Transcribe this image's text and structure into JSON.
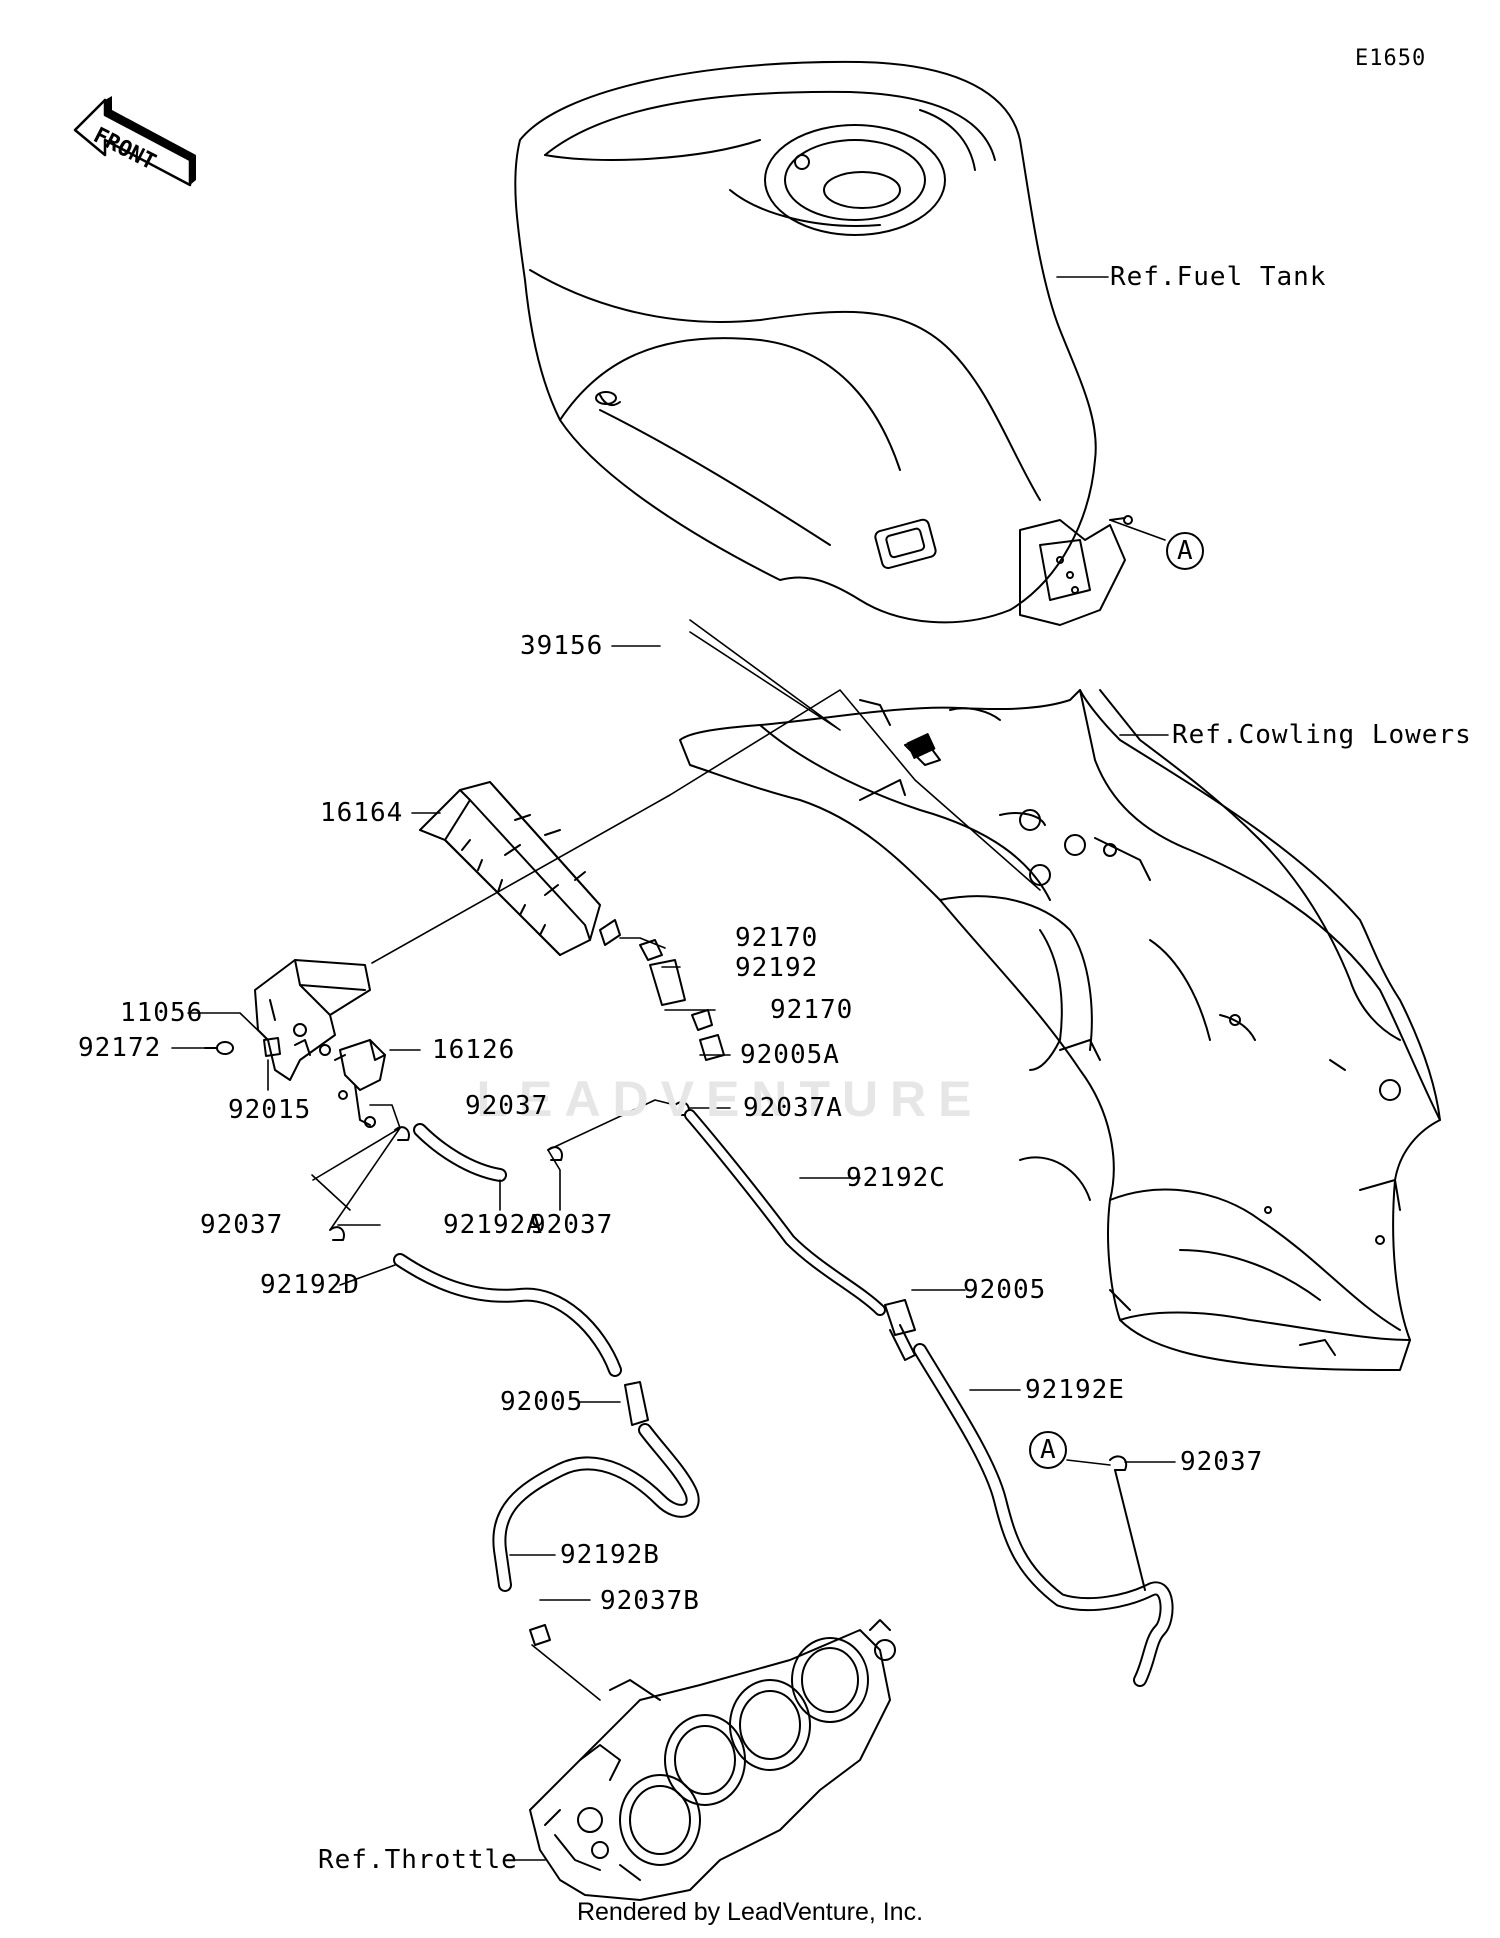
{
  "diagram_code": "E1650",
  "front_arrow_label": "FRONT",
  "watermark": "LEADVENTURE",
  "footer": "Rendered by LeadVenture, Inc.",
  "ref_labels": {
    "fuel_tank": "Ref.Fuel Tank",
    "cowling_lowers": "Ref.Cowling Lowers",
    "throttle": "Ref.Throttle"
  },
  "connector_marker": "A",
  "parts": {
    "p39156": "39156",
    "p16164": "16164",
    "p11056": "11056",
    "p92172": "92172",
    "p92015": "92015",
    "p16126": "16126",
    "p92170_a": "92170",
    "p92192": "92192",
    "p92170_b": "92170",
    "p92005A": "92005A",
    "p92037A": "92037A",
    "p92037_a": "92037",
    "p92037_b": "92037",
    "p92192A": "92192A",
    "p92037_c": "92037",
    "p92192C": "92192C",
    "p92192D": "92192D",
    "p92005_a": "92005",
    "p92005_b": "92005",
    "p92192E": "92192E",
    "p92037_d": "92037",
    "p92192B": "92192B",
    "p92037B": "92037B"
  }
}
